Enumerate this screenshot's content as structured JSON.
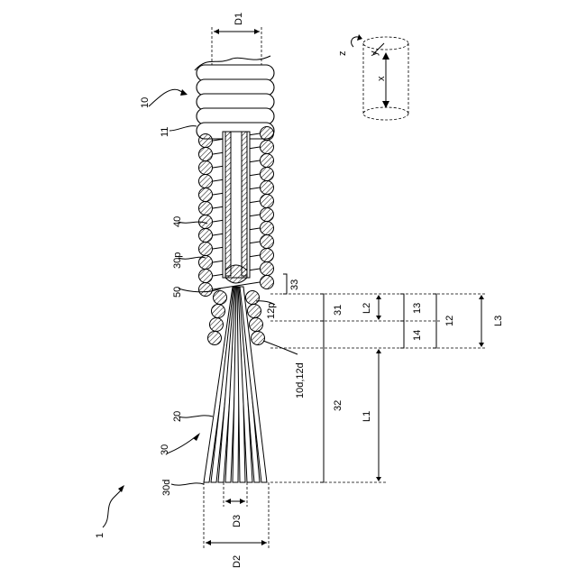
{
  "figure": {
    "labels": {
      "device": "1",
      "coil_assembly": "10",
      "outer_coil": "11",
      "strands": "20",
      "brush": "30",
      "coil_pitch": "30p",
      "core_wire": "40",
      "joint": "50",
      "coil_end": "10d,12d",
      "pitch_12p": "12p",
      "brush_end": "30d",
      "part_31": "31",
      "part_32": "32",
      "part_33": "33",
      "part_12": "12",
      "part_13": "13",
      "part_14": "14",
      "dim_D1": "D1",
      "dim_D2": "D2",
      "dim_D3": "D3",
      "dim_L1": "L1",
      "dim_L2": "L2",
      "dim_L3": "L3"
    },
    "axes": {
      "x": "x",
      "y": "y",
      "z": "z"
    }
  }
}
